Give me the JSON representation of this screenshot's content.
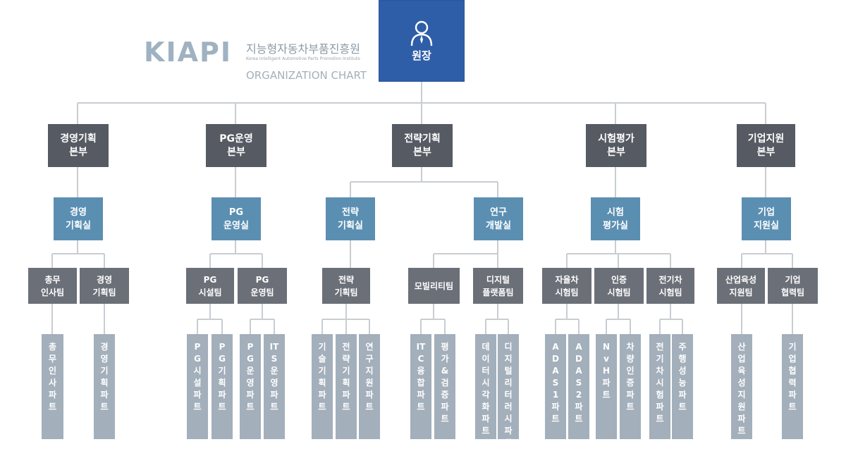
{
  "logo": {
    "mark": "KIAPI",
    "korean": "지능형자동차부품진흥원",
    "english": "Korea Intelligent Automotive Parts Promotion Institute",
    "chart": "ORGANIZATION CHART"
  },
  "director": "원장",
  "divisions": [
    {
      "line1": "경영기획",
      "line2": "본부"
    },
    {
      "line1": "PG운영",
      "line2": "본부"
    },
    {
      "line1": "전략기획",
      "line2": "본부"
    },
    {
      "line1": "시험평가",
      "line2": "본부"
    },
    {
      "line1": "기업지원",
      "line2": "본부"
    }
  ],
  "offices": [
    {
      "line1": "경영",
      "line2": "기획실"
    },
    {
      "line1": "PG",
      "line2": "운영실"
    },
    {
      "line1": "전략",
      "line2": "기획실"
    },
    {
      "line1": "연구",
      "line2": "개발실"
    },
    {
      "line1": "시험",
      "line2": "평가실"
    },
    {
      "line1": "기업",
      "line2": "지원실"
    }
  ],
  "teams": [
    {
      "line1": "총무",
      "line2": "인사팀"
    },
    {
      "line1": "경영",
      "line2": "기획팀"
    },
    {
      "line1": "PG",
      "line2": "시설팀"
    },
    {
      "line1": "PG",
      "line2": "운영팀"
    },
    {
      "line1": "전략",
      "line2": "기획팀"
    },
    {
      "line1": "모빌리티팀",
      "line2": ""
    },
    {
      "line1": "디지털",
      "line2": "플랫폼팀"
    },
    {
      "line1": "자율차",
      "line2": "시험팀"
    },
    {
      "line1": "인증",
      "line2": "시험팀"
    },
    {
      "line1": "전기차",
      "line2": "시험팀"
    },
    {
      "line1": "산업육성",
      "line2": "지원팀"
    },
    {
      "line1": "기업",
      "line2": "협력팀"
    }
  ],
  "parts": [
    "총무인사파트",
    "경영기획파트",
    "PG시설파트",
    "PG기획파트",
    "PG운영파트",
    "ITS운영파트",
    "기술기획파트",
    "전략기획파트",
    "연구지원파트",
    "ITC융합파트",
    "평가&검증파트",
    "데이터시각화파트",
    "디지털리터러시파트",
    "ADAS1파트",
    "ADAS2파트",
    "NvH파트",
    "차량인증파트",
    "전기차시험파트",
    "주행성능파트",
    "산업육성지원파트",
    "기업협력파트"
  ]
}
